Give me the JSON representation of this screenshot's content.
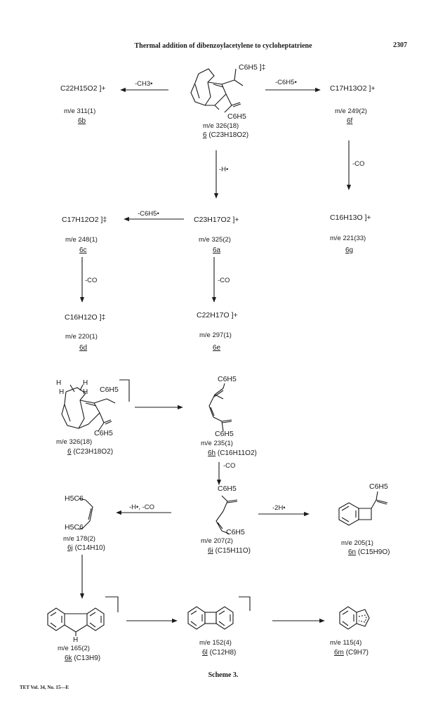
{
  "header": {
    "title": "Thermal addition of dibenzoylacetylene to cycloheptatriene",
    "page_number": "2307"
  },
  "row1": {
    "left": {
      "formula": "C22H15O2 ]+",
      "mz": "m/e 311(1)",
      "label": "6b"
    },
    "center": {
      "group": "C6H5 ]‡",
      "bottom_group": "C6H5",
      "mz": "m/e 326(18)",
      "label": "6",
      "composition": "(C23H18O2)"
    },
    "right": {
      "formula": "C17H13O2 ]+",
      "mz": "m/e 249(2)",
      "label": "6f"
    },
    "arrow_left": "-CH3•",
    "arrow_right": "-C6H5•"
  },
  "arrows_down1": {
    "center": "-H•",
    "right": "-CO"
  },
  "row2": {
    "left": {
      "formula": "C17H12O2 ]‡",
      "mz": "m/e 248(1)",
      "label": "6c"
    },
    "center": {
      "formula": "C23H17O2 ]+",
      "mz": "m/e 325(2)",
      "label": "6a"
    },
    "right": {
      "formula": "C16H13O ]+",
      "mz": "m/e 221(33)",
      "label": "6g"
    },
    "arrow_left": "-C6H5•"
  },
  "arrows_down2": {
    "left": "-CO",
    "center": "-CO"
  },
  "row3": {
    "left": {
      "formula": "C16H12O ]‡",
      "mz": "m/e 220(1)",
      "label": "6d"
    },
    "center": {
      "formula": "C22H17O ]+",
      "mz": "m/e 297(1)",
      "label": "6e"
    }
  },
  "row4": {
    "left": {
      "mz": "m/e 326(18)",
      "label": "6",
      "composition": "(C23H18O2)",
      "group": "C6H5",
      "bottom_group": "C6H5",
      "h_labels": [
        "H",
        "H",
        "H",
        "H"
      ]
    },
    "right": {
      "mz": "m/e 235(1)",
      "label": "6h",
      "composition": "(C16H11O2)",
      "group_top": "C6H5",
      "group_bottom": "C6H5"
    },
    "arrow_down": "-CO"
  },
  "row5": {
    "left": {
      "mz": "m/e 178(2)",
      "label": "6j",
      "composition": "(C14H10)",
      "group_top": "H5C6",
      "group_bottom": "H5C6"
    },
    "center": {
      "mz": "m/e 207(2)",
      "label": "6i",
      "composition": "(C15H11O)",
      "group_top": "C6H5",
      "group_bottom": "C6H5"
    },
    "right": {
      "mz": "m/e 205(1)",
      "label": "6n",
      "composition": "(C15H9O)",
      "group_top": "C6H5"
    },
    "arrow_left": "-H•, -CO",
    "arrow_right": "-2H•"
  },
  "row6": {
    "left": {
      "mz": "m/e 165(2)",
      "label": "6k",
      "composition": "(C13H9)",
      "h": "H"
    },
    "center": {
      "mz": "m/e 152(4)",
      "label": "6l",
      "composition": "(C12H8)"
    },
    "right": {
      "mz": "m/e 115(4)",
      "label": "6m",
      "composition": "(C9H7)"
    }
  },
  "caption": "Scheme 3.",
  "footer": "TET Vol. 34, No. 15—E"
}
